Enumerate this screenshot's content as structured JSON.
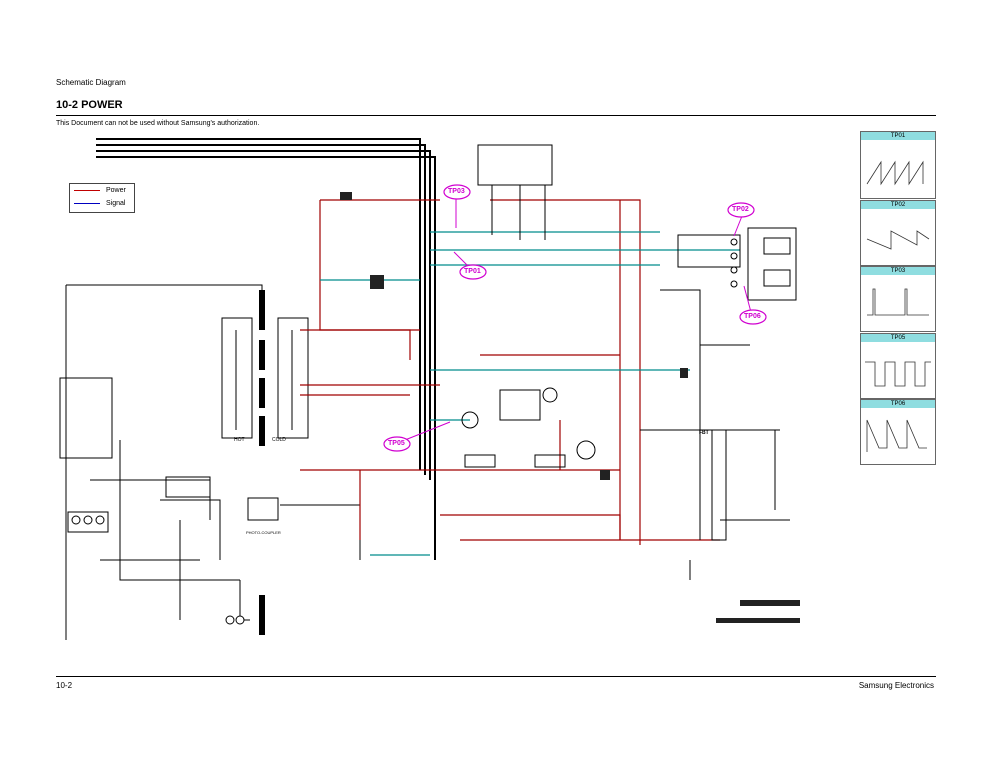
{
  "header": {
    "section": "Schematic Diagram",
    "title": "10-2 POWER",
    "notice": "This Document can not be used without Samsung's authorization."
  },
  "legend": {
    "items": [
      {
        "label": "Power",
        "color": "#c00000"
      },
      {
        "label": "Signal",
        "color": "#0000c0"
      }
    ]
  },
  "test_points": {
    "markers": [
      "TP03",
      "TP02",
      "TP01",
      "TP06",
      "TP05"
    ],
    "color": "#d000d0"
  },
  "waveforms": [
    {
      "label": "TP01"
    },
    {
      "label": "TP02"
    },
    {
      "label": "TP03"
    },
    {
      "label": "TP05"
    },
    {
      "label": "TP06"
    }
  ],
  "schematic": {
    "labels": [
      "HOT",
      "COLD",
      "PHOTO-COUPLER",
      "FBT"
    ],
    "colors": {
      "power_trace": "#a00000",
      "signal_trace": "#008c8c",
      "wire": "#000000"
    }
  },
  "footer": {
    "page": "10-2",
    "company": "Samsung Electronics"
  }
}
